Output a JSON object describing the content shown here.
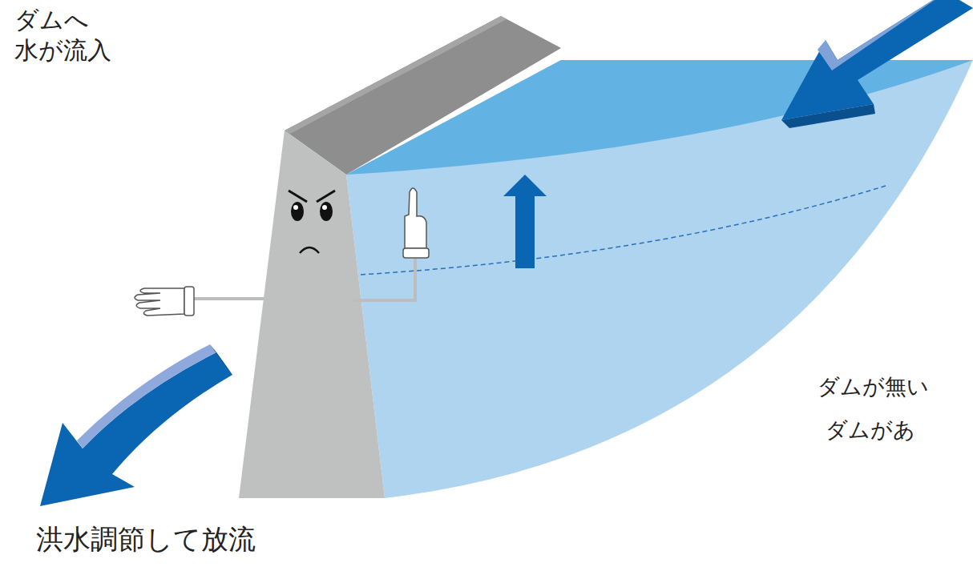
{
  "diagram": {
    "labels": [
      "ダムへ 水が流入",
      "ダムが無い",
      "ダムがあ",
      "洪水調節して放流"
    ]
  }
}
